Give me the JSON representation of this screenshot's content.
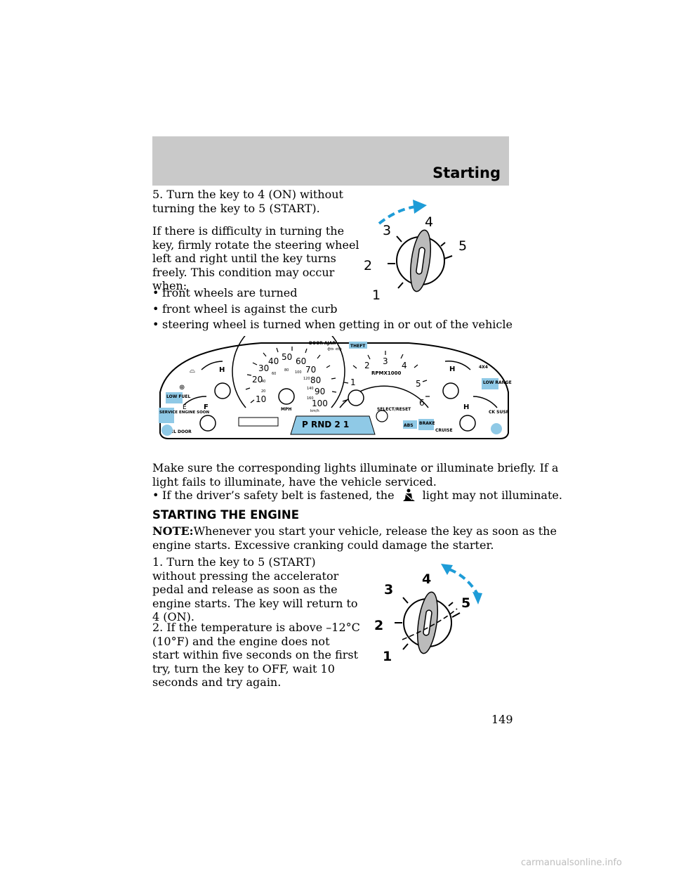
{
  "header": {
    "section_title": "Starting"
  },
  "step5": {
    "text_line1": "5. Turn the key to 4 (ON) without",
    "text_line2": "turning the key to 5 (START)."
  },
  "difficulty": {
    "lines": [
      "If there is difficulty in turning the",
      "key, firmly rotate the steering wheel",
      "left and right until the key turns",
      "freely. This condition may occur",
      "when:"
    ],
    "bullets": [
      "front wheels are turned",
      "front wheel is against the curb",
      "steering wheel is turned when getting in or out of the vehicle"
    ]
  },
  "ignition_diagram_top": {
    "labels": [
      "1",
      "2",
      "3",
      "4",
      "5"
    ]
  },
  "cluster": {
    "speedo_numbers": [
      "10",
      "20",
      "30",
      "40",
      "50",
      "60",
      "70",
      "80",
      "90",
      "100"
    ],
    "kmh_numbers": [
      "20",
      "40",
      "60",
      "80",
      "100",
      "120",
      "140",
      "160"
    ],
    "tach_numbers": [
      "1",
      "2",
      "3",
      "4",
      "5",
      "6"
    ],
    "mph_label": "MPH",
    "kmh_label": "km/h",
    "rpm_label": "RPMX1000",
    "select_reset": "SELECT/RESET",
    "door_ajar": "DOOR AJAR",
    "theft": "THEFT",
    "low_fuel": "LOW FUEL",
    "service_engine_soon": "SERVICE ENGINE SOON",
    "fuel_door": "FUEL DOOR",
    "four_x_four": "4X4",
    "low_range": "LOW RANGE",
    "ck_susp": "CK SUSP",
    "brake": "BRAKE",
    "abs": "ABS",
    "cruise": "CRUISE",
    "prndl": "P RND 2 1",
    "gauge_h": "H",
    "gauge_f": "F",
    "gauge_e": "E"
  },
  "check_lights": {
    "line1": "Make sure the corresponding lights illuminate or illuminate briefly. If a",
    "line2": "light fails to illuminate, have the vehicle serviced.",
    "bullet_before": "If the driver’s safety belt is fastened, the",
    "bullet_after": "light may not illuminate."
  },
  "starting": {
    "heading": "STARTING THE ENGINE",
    "note_label": "NOTE:",
    "note_line1": "Whenever you start your vehicle, release the key as soon as the",
    "note_line2": "engine starts. Excessive cranking could damage the starter.",
    "step1_lines": [
      "1. Turn the key to 5 (START)",
      "without pressing the accelerator",
      "pedal and release as soon as the",
      "engine starts. The key will return to",
      "4 (ON)."
    ],
    "step2_lines": [
      "2. If the temperature is above –12°C",
      "(10°F) and the engine does not",
      "start within five seconds on the first",
      "try, turn the key to OFF, wait 10",
      "seconds and try again."
    ]
  },
  "ignition_diagram_bottom": {
    "labels": [
      "1",
      "2",
      "3",
      "4",
      "5"
    ]
  },
  "footer": {
    "page_number": "149",
    "watermark": "carmanualsonline.info"
  },
  "colors": {
    "accent": "#1e9cd7",
    "header_bg": "#c9c9c9",
    "panel_bg": "#d0d0d0"
  }
}
